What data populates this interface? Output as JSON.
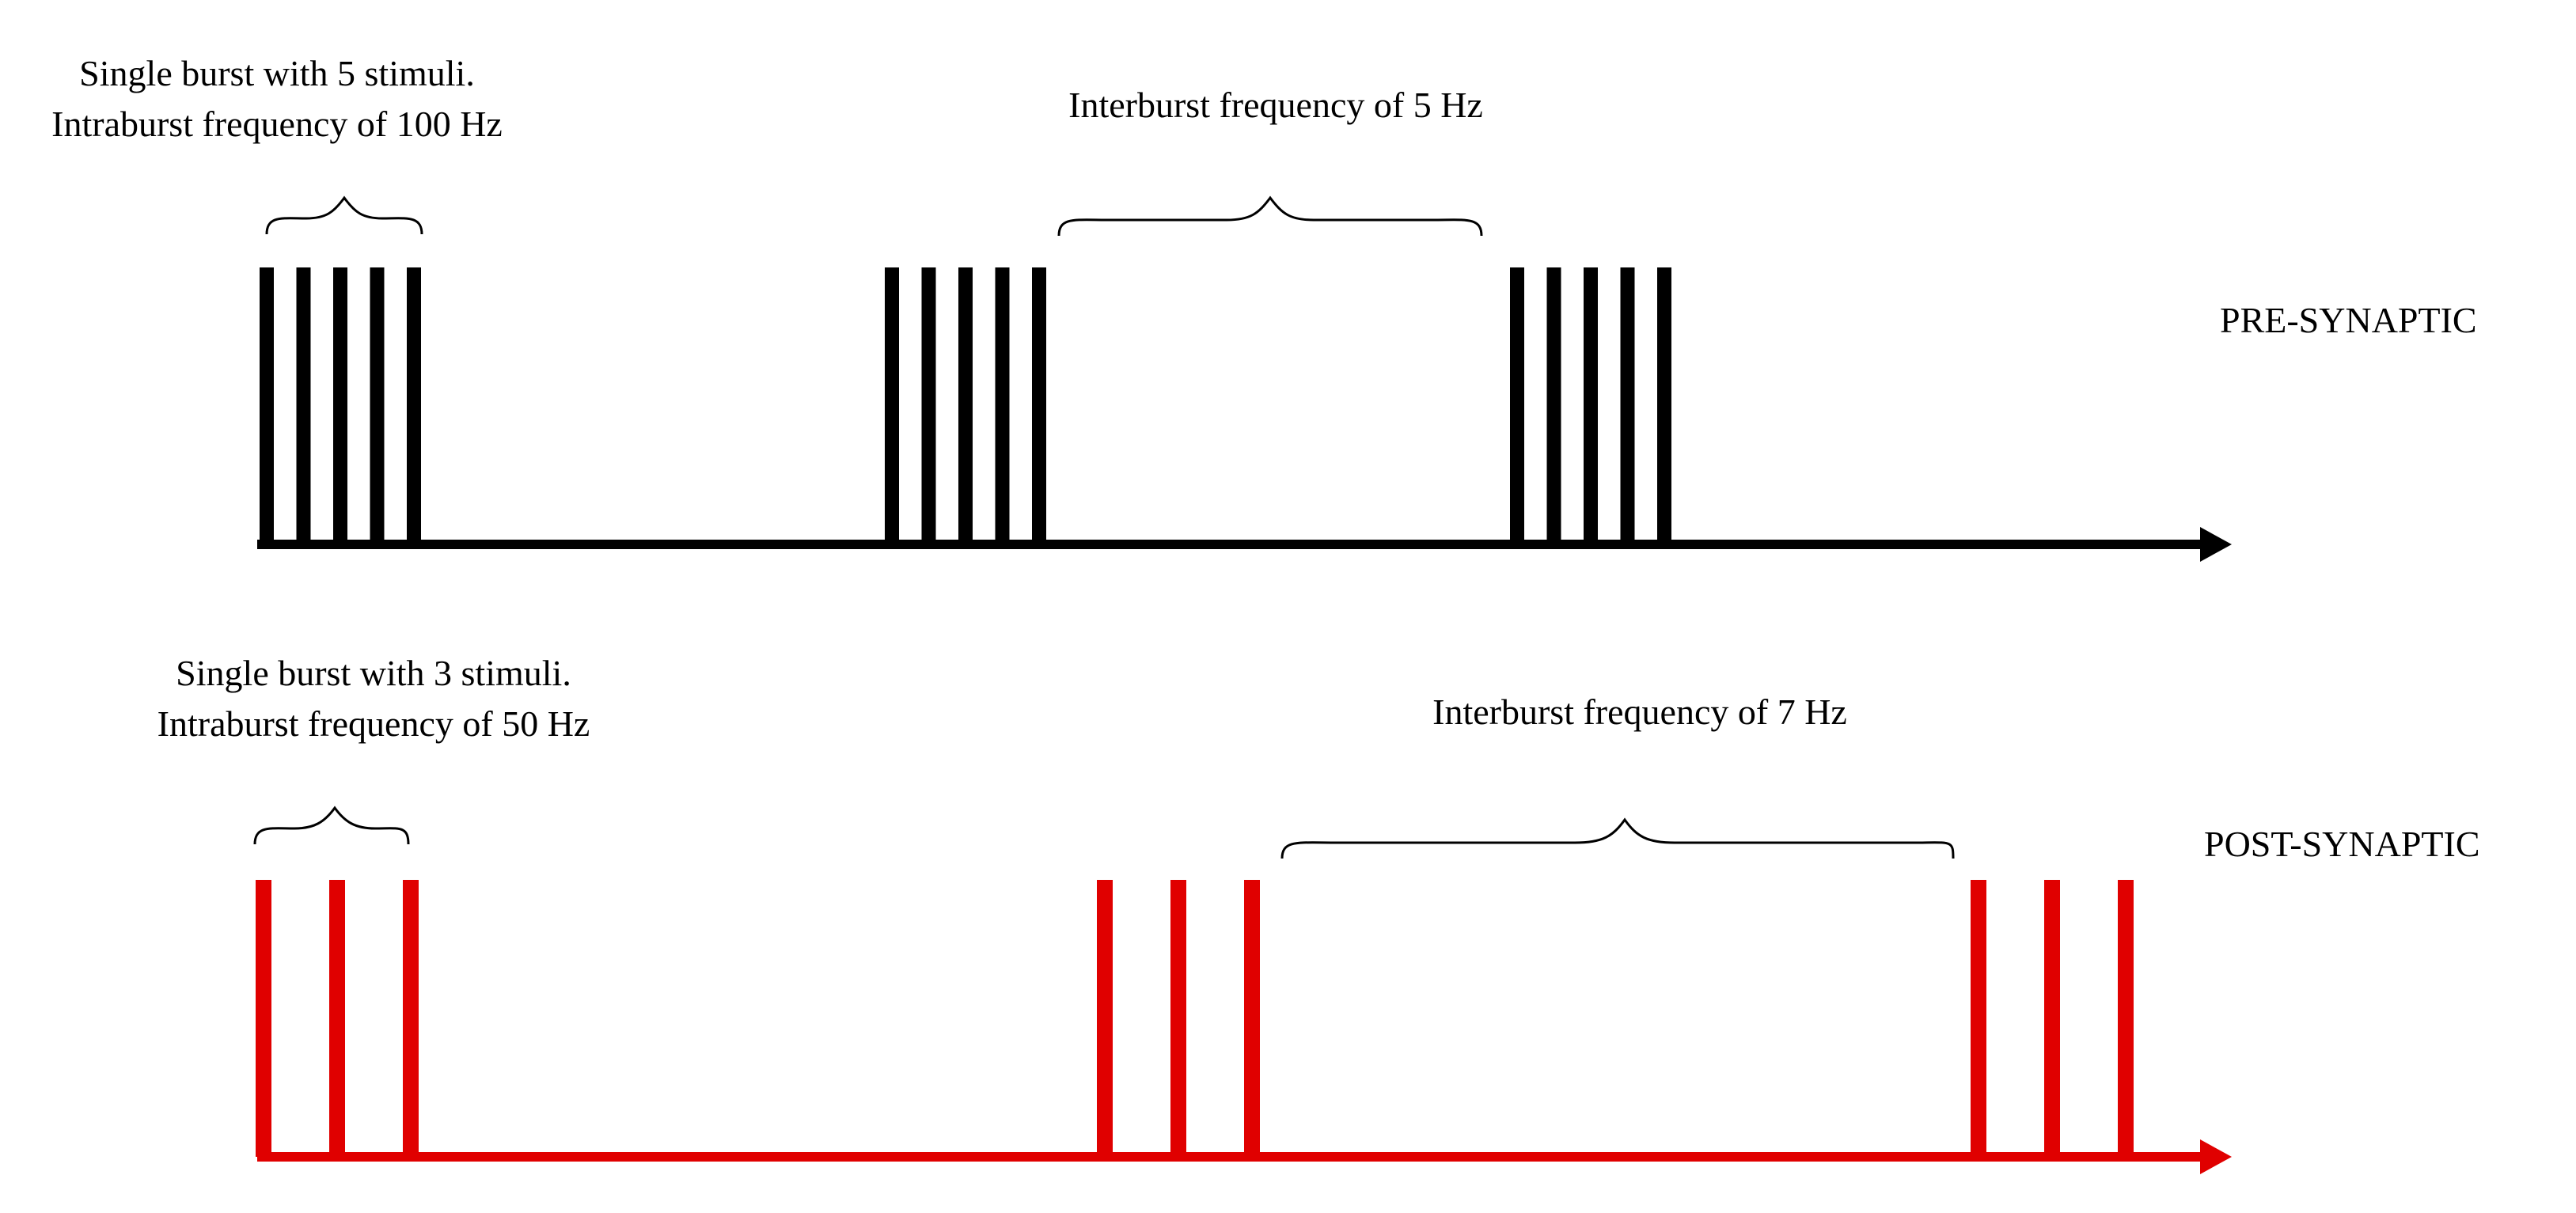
{
  "colors": {
    "pre": "#000000",
    "post": "#e00000",
    "text": "#000000"
  },
  "pre": {
    "row_label": "PRE-SYNAPTIC",
    "burst_note_line1": "Single burst with 5 stimuli.",
    "burst_note_line2": "Intraburst  frequency  of 100 Hz",
    "interburst_note": "Interburst  frequency  of 5 Hz",
    "stimuli_per_burst": 5,
    "intraburst_frequency_hz": 100,
    "interburst_frequency_hz": 5,
    "bursts_shown": 3
  },
  "post": {
    "row_label": "POST-SYNAPTIC",
    "burst_note_line1": "Single burst with 3 stimuli.",
    "burst_note_line2": "Intraburst  frequency  of 50 Hz",
    "interburst_note": "Interburst  frequency  of 7 Hz",
    "stimuli_per_burst": 3,
    "intraburst_frequency_hz": 50,
    "interburst_frequency_hz": 7,
    "bursts_shown": 3
  }
}
